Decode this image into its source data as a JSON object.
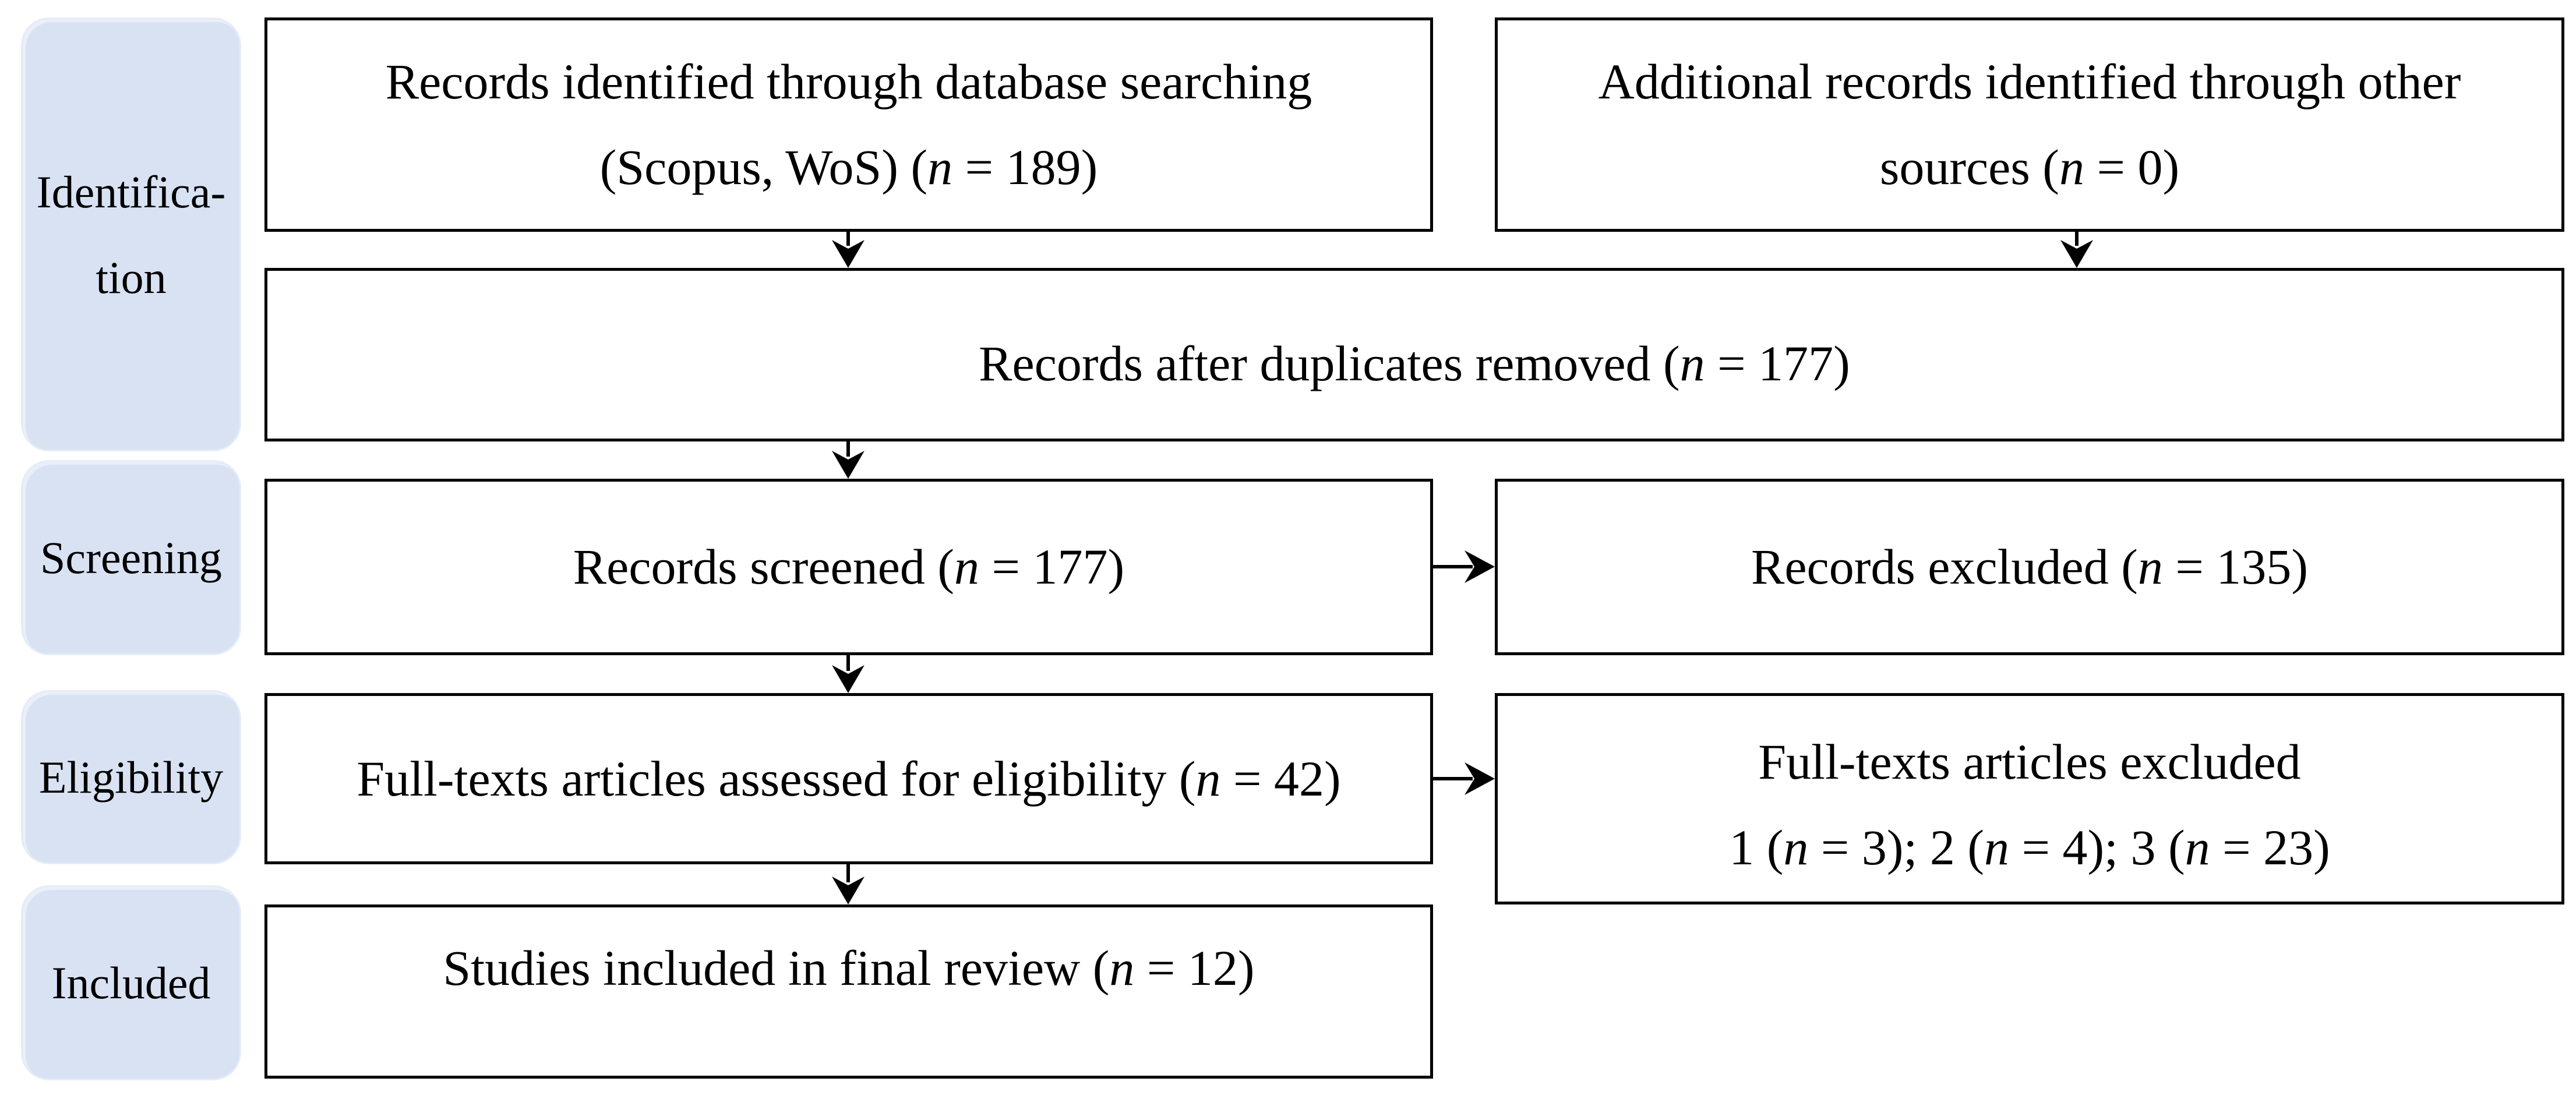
{
  "figure": {
    "kind": "PRISMA flow diagram"
  },
  "stages": [
    {
      "id": "identification",
      "lines": [
        "Identifica-",
        "tion"
      ]
    },
    {
      "id": "screening",
      "lines": [
        "Screening"
      ]
    },
    {
      "id": "eligibility",
      "lines": [
        "Eligibility"
      ]
    },
    {
      "id": "included",
      "lines": [
        "Included"
      ]
    }
  ],
  "boxes": {
    "records_identified": {
      "lines": [
        "Records identified through database searching",
        "(Scopus, WoS) (*n* = 189)"
      ]
    },
    "additional_records": {
      "lines": [
        "Additional records identified through other",
        "sources (*n* = 0)"
      ]
    },
    "duplicates_removed": {
      "lines": [
        "Records after duplicates removed (*n* = 177)"
      ]
    },
    "records_screened": {
      "lines": [
        "Records screened (*n* = 177)"
      ]
    },
    "records_excluded": {
      "lines": [
        "Records excluded (*n* = 135)"
      ]
    },
    "fulltext_assessed": {
      "lines": [
        "Full-texts articles assessed for eligibility (*n* = 42)"
      ]
    },
    "fulltext_excluded": {
      "lines": [
        "Full-texts articles excluded",
        "1 (*n* = 3); 2 (*n* = 4); 3 (*n* = 23)"
      ]
    },
    "studies_included": {
      "lines": [
        "Studies included in final review (*n* = 12)"
      ]
    }
  },
  "colors": {
    "background": "#ffffff",
    "stage_fill": "#d9e2f3",
    "stage_edge": "#e6ecf8",
    "box_fill": "#ffffff",
    "box_border": "#000000",
    "arrow": "#000000",
    "text": "#000000"
  }
}
